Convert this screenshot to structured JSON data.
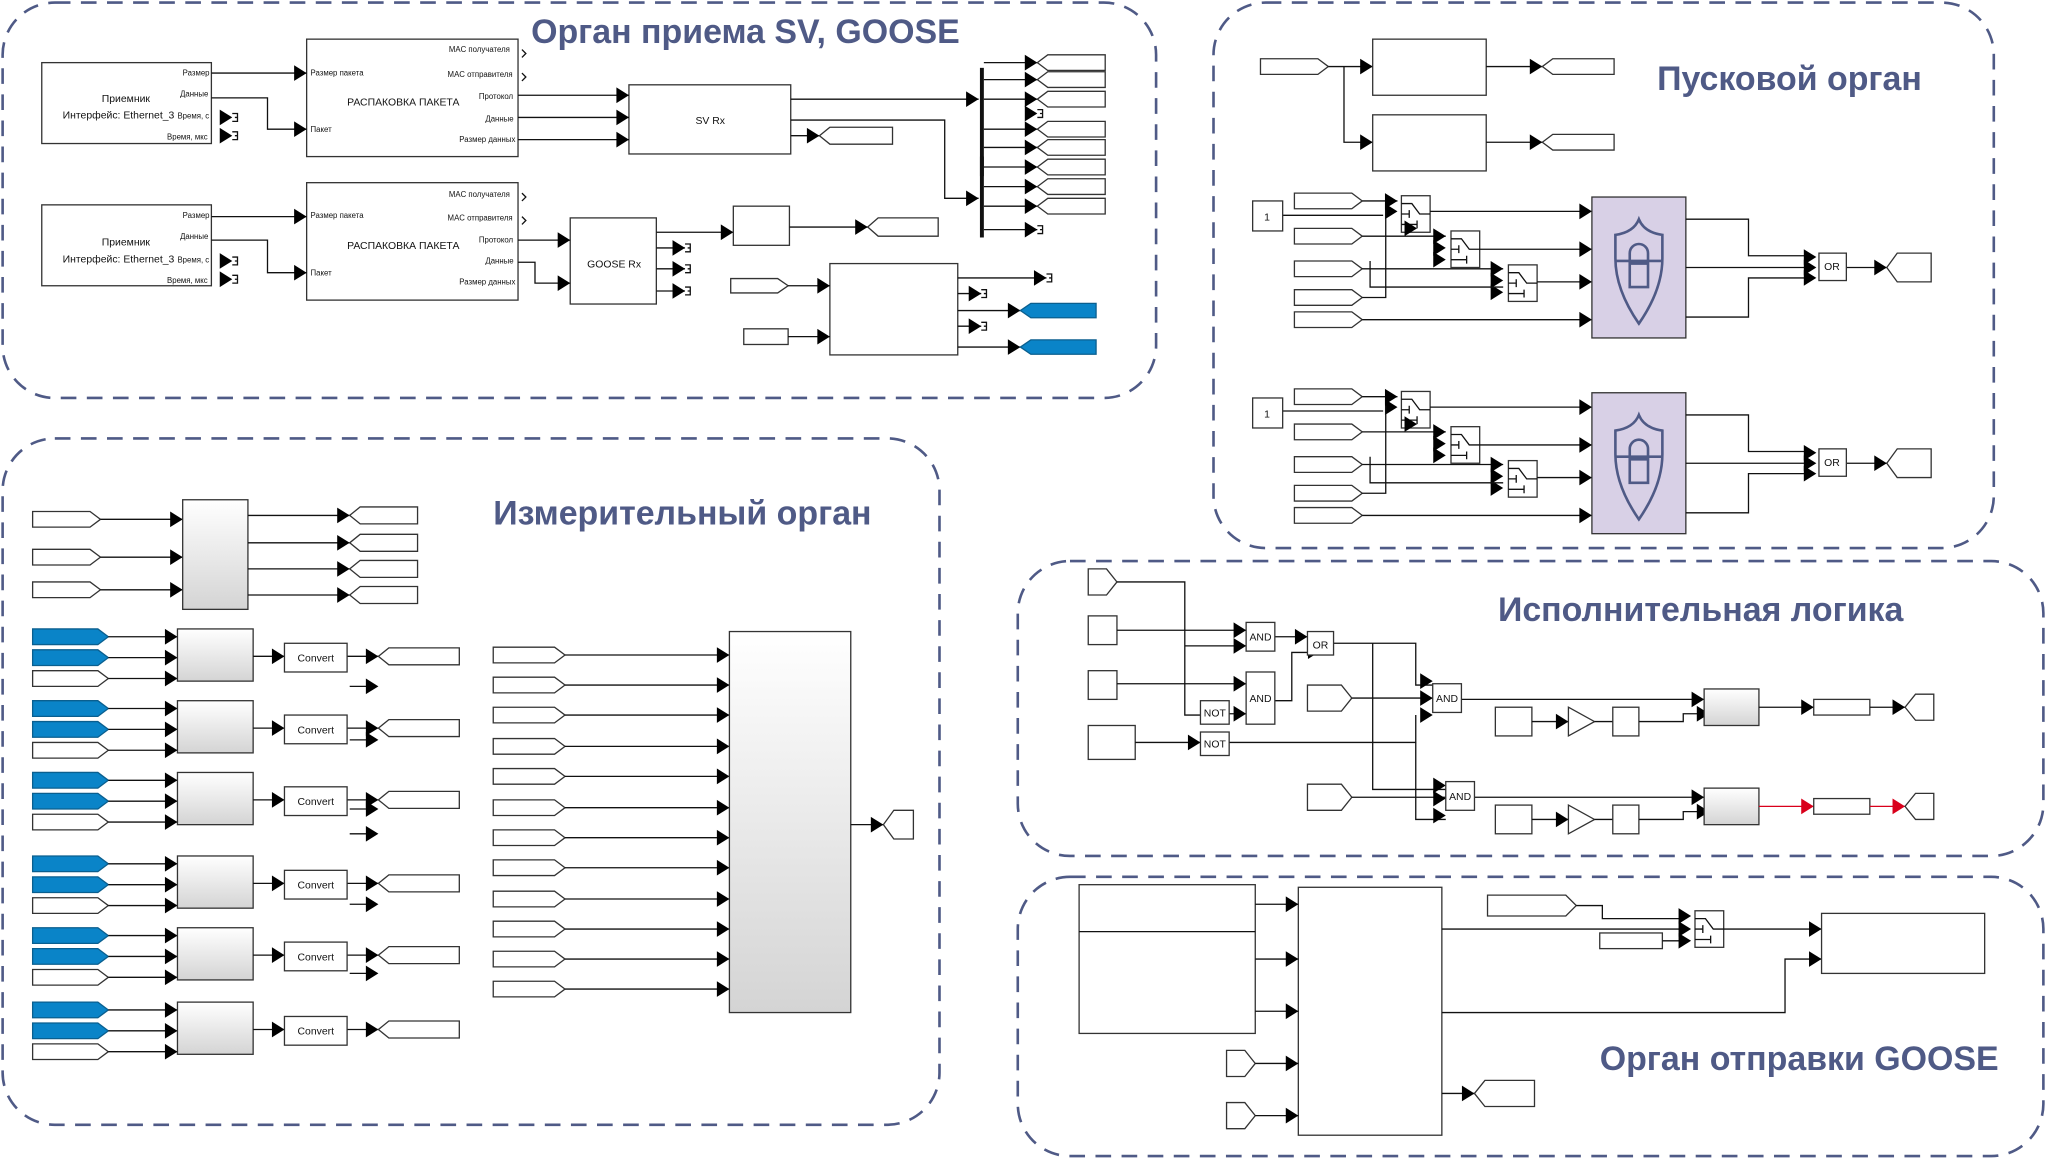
{
  "sections": {
    "receive": {
      "title": "Орган приема SV, GOOSE"
    },
    "start": {
      "title": "Пусковой орган"
    },
    "measure": {
      "title": "Измерительный орган"
    },
    "logic": {
      "title": "Исполнительная логика"
    },
    "send": {
      "title": "Орган отправки GOOSE"
    }
  },
  "receive": {
    "receivers": [
      {
        "name": "Приемник",
        "interface": "Интерфейс: Ethernet_3",
        "ports": [
          "Размер",
          "Данные",
          "Время, с",
          "Время, мкс"
        ]
      },
      {
        "name": "Приемник",
        "interface": "Интерфейс: Ethernet_3",
        "ports": [
          "Размер",
          "Данные",
          "Время, с",
          "Время, мкс"
        ]
      }
    ],
    "unpackers": [
      {
        "title": "РАСПАКОВКА ПАКЕТА",
        "inputs": [
          "Размер пакета",
          "Пакет"
        ],
        "outputs": [
          "MAC получателя",
          "MAC отправителя",
          "Протокол",
          "Данные",
          "Размер данных"
        ]
      },
      {
        "title": "РАСПАКОВКА ПАКЕТА",
        "inputs": [
          "Размер пакета",
          "Пакет"
        ],
        "outputs": [
          "MAC получателя",
          "MAC отправителя",
          "Протокол",
          "Данные",
          "Размер данных"
        ]
      }
    ],
    "sv_rx": "SV Rx",
    "goose_rx": "GOOSE Rx"
  },
  "start": {
    "constants": [
      "1",
      "1"
    ],
    "or_gates": [
      "OR",
      "OR"
    ]
  },
  "measure": {
    "convert_labels": [
      "Convert",
      "Convert",
      "Convert",
      "Convert",
      "Convert",
      "Convert"
    ]
  },
  "logic": {
    "and_gates": [
      "AND",
      "AND",
      "AND",
      "AND"
    ],
    "or_gate": "OR",
    "not_gates": [
      "NOT",
      "NOT"
    ]
  },
  "colors": {
    "frame": "#4f5a86",
    "title": "#4f5a86",
    "goto_blue": "#0a84c8",
    "alarm_red": "#d9001b",
    "shield_block": "#d8d0e6"
  }
}
